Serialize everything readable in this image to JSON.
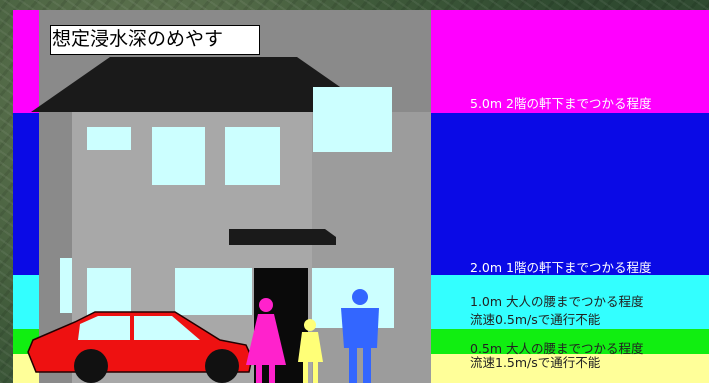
{
  "title": "想定浸水深のめやす",
  "levels": [
    {
      "label": "5.0m 2階の軒下までつかる程度",
      "color": "#ff00ff"
    },
    {
      "label": "2.0m 1階の軒下までつかる程度",
      "color": "#0a0ae6"
    },
    {
      "label": "1.0m 大人の腰までつかる程度",
      "color": "#33ffff"
    },
    {
      "label": "0.5m 大人の腰までつかる程度",
      "color": "#11ee11"
    },
    {
      "label": "",
      "color": "#ffff99"
    }
  ],
  "notes": {
    "speed_05": "流速0.5m/sで通行不能",
    "speed_15": "流速1.5m/sで通行不能"
  },
  "colors": {
    "house_wall": "#a8a8a8",
    "roof": "#1a1a1a",
    "window": "#ccffff",
    "car": "#ee1111",
    "person_adult": "#ff22cc",
    "person_child": "#ffff77",
    "person_man": "#3366ff",
    "terrain": "#4a6b45"
  },
  "icons": {
    "house": "house-icon",
    "car": "car-icon",
    "person": "person-icon"
  }
}
